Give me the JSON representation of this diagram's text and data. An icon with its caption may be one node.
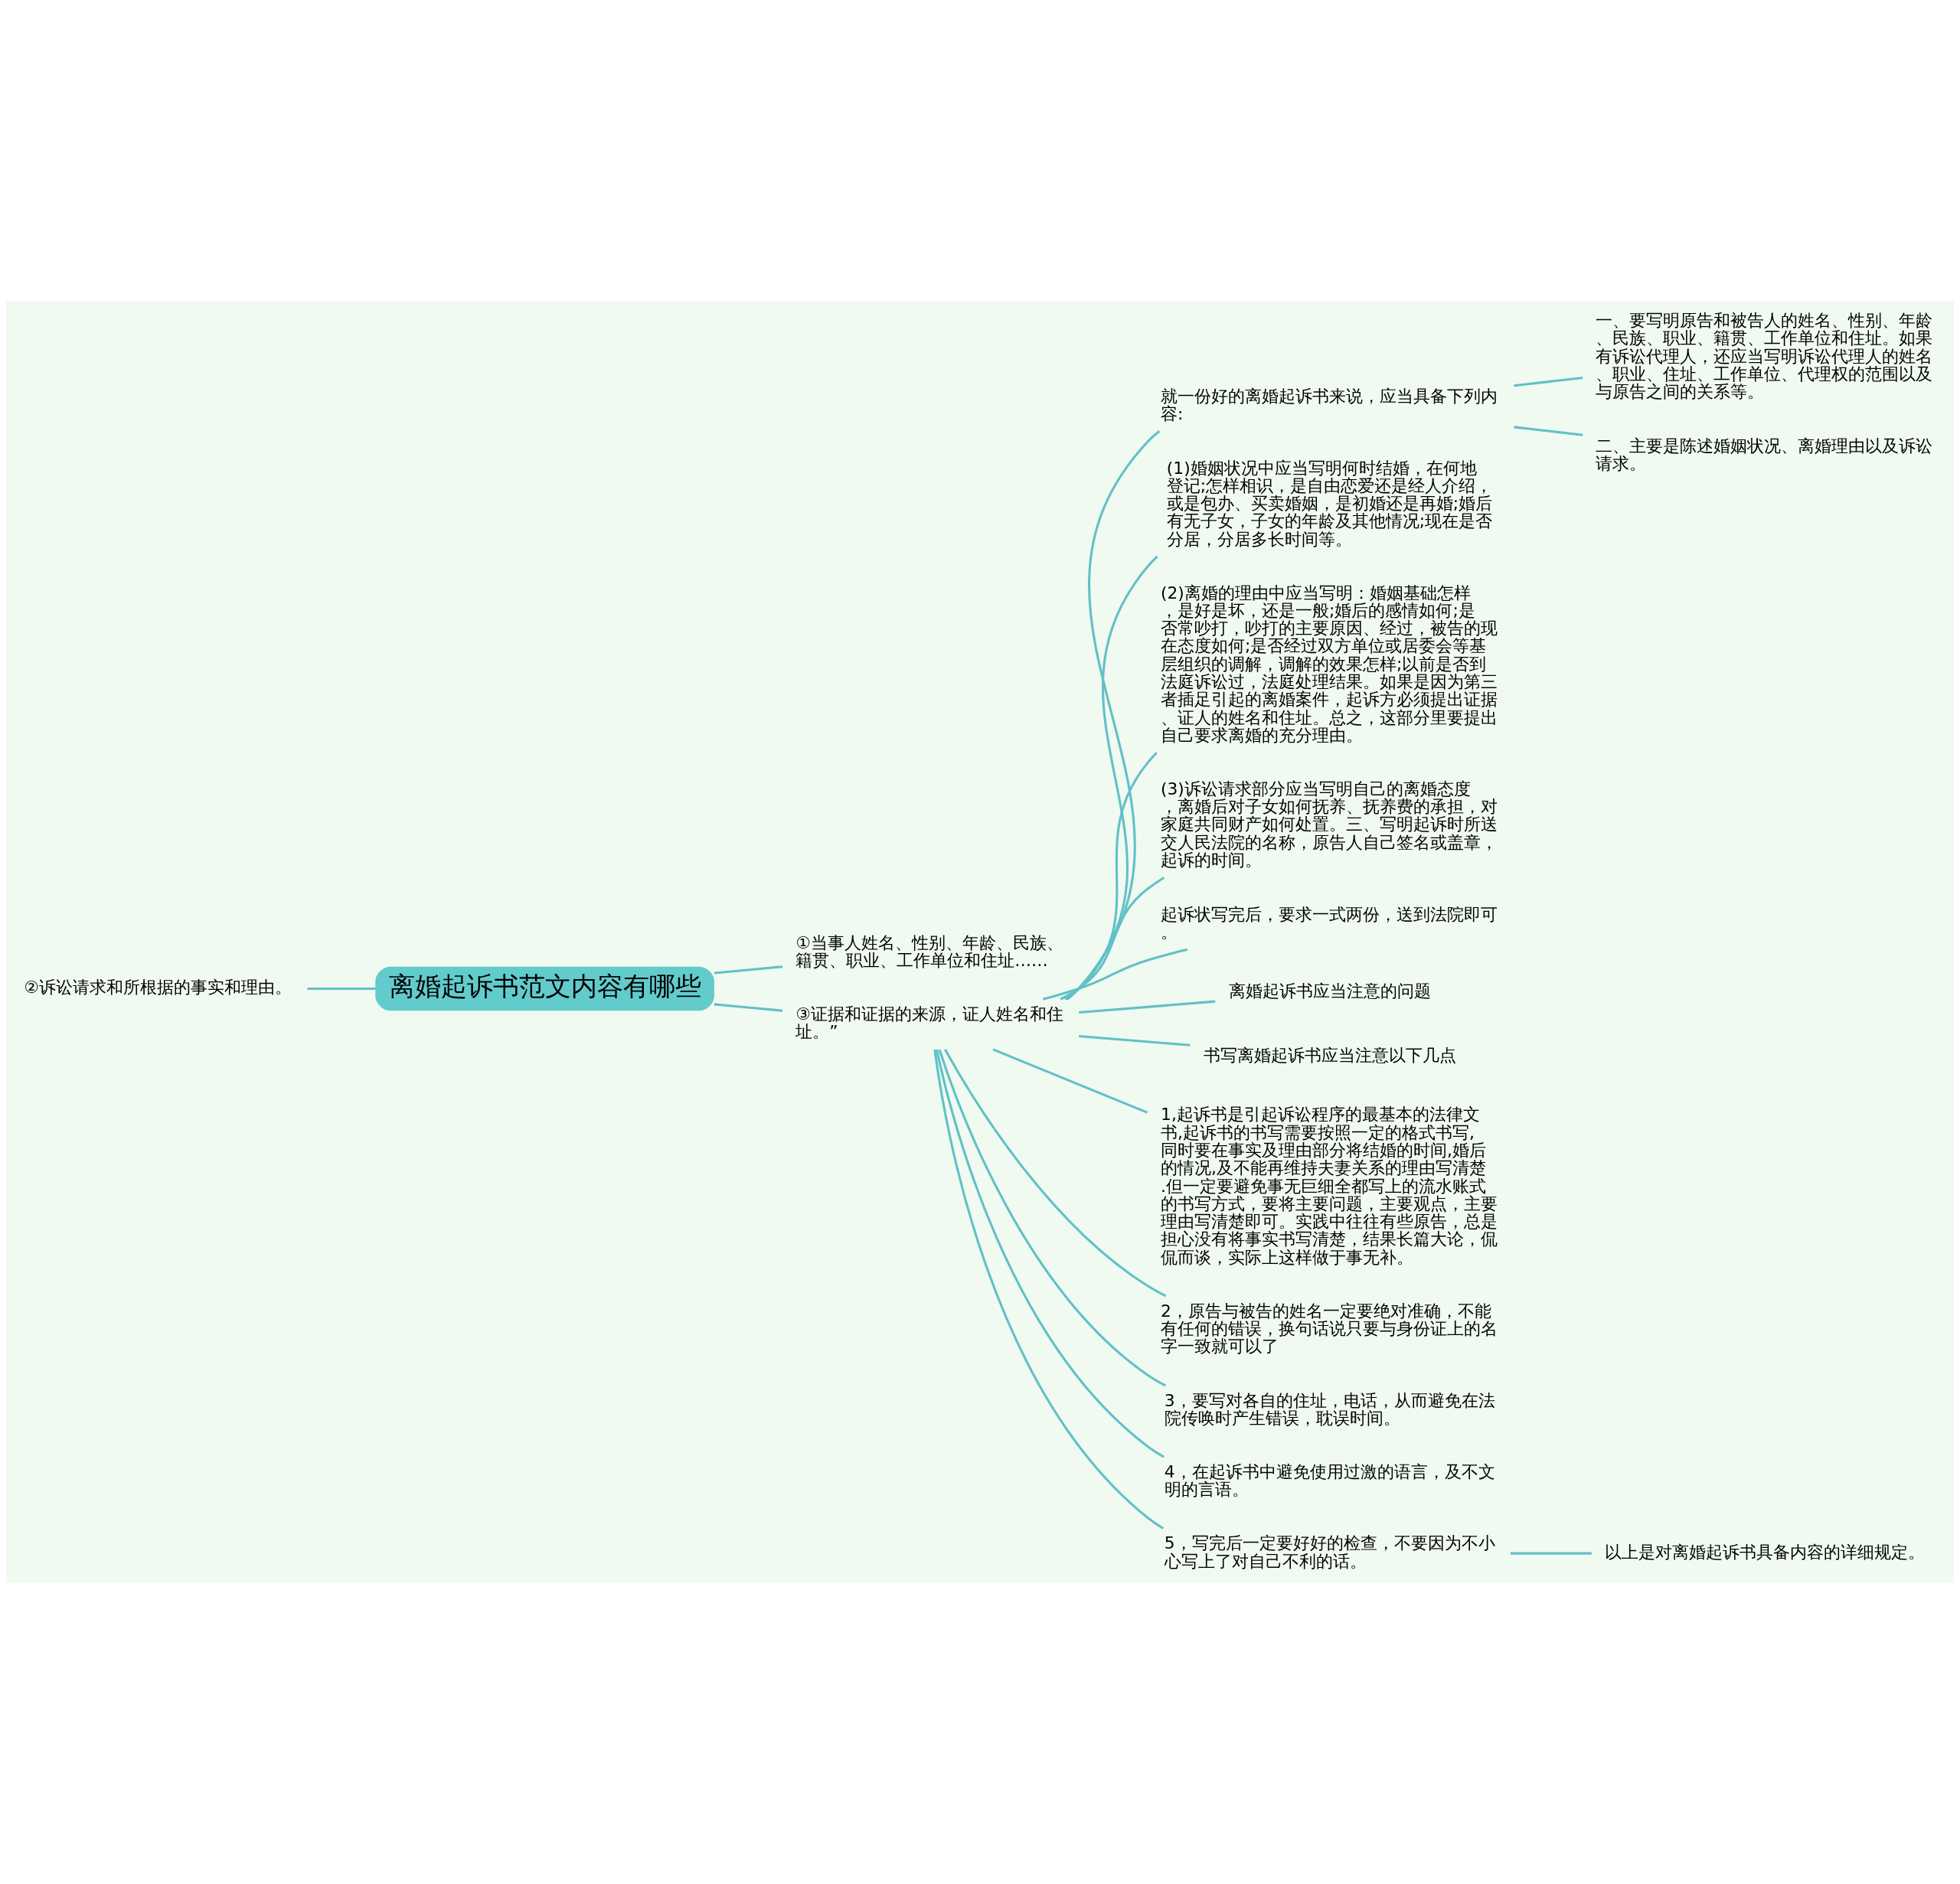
{
  "diagram": {
    "nodes": [
      {
        "text": [
          "离婚起诉书范文内容有哪些"
        ]
      },
      {
        "text": [
          "②诉讼请求和所根据的事实和理由。"
        ]
      },
      {
        "text": [
          "①当事人姓名、性别、年龄、民族、籍贯、职业、工作单位和住址……"
        ]
      },
      {
        "text": [
          "③证据和证据的来源，证人姓名和住址。”"
        ]
      },
      {
        "text": [
          "就一份好的离婚起诉书来说，应当具备下列内容:"
        ]
      },
      {
        "text": [
          "一、要写明原告和被告人的姓名、性别、年龄、民族、职业、籍贯、工作单位和住址。如果有诉讼代理人，还应当写明诉讼代理人的姓名、职业、住址、工作单位、代理权的范围以及与原告之间的关系等。"
        ]
      },
      {
        "text": [
          "二、主要是陈述婚姻状况、离婚理由以及诉讼请求。"
        ]
      },
      {
        "text": [
          "(1)婚姻状况中应当写明何时结婚，在何地登记;怎样相识，是自由恋爱还是经人介绍，或是包办、买卖婚姻，是初婚还是再婚;婚后有无子女，子女的年龄及其他情况;现在是否分居，分居多长时间等。"
        ]
      },
      {
        "text": [
          "(2)离婚的理由中应当写明：婚姻基础怎样，是好是坏，还是一般;婚后的感情如何;是否常吵打，吵打的主要原因、经过，被告的现在态度如何;是否经过双方单位或居委会等基层组织的调解，调解的效果怎样;以前是否到法庭诉讼过，法庭处理结果。如果是因为第三者插足引起的离婚案件，起诉方必须提出证据、证人的姓名和住址。总之，这部分里要提出自己要求离婚的充分理由。"
        ]
      },
      {
        "text": [
          "(3)诉讼请求部分应当写明自己的离婚态度，离婚后对子女如何抚养、抚养费的承担，对家庭共同财产如何处置。三、写明起诉时所送交人民法院的名称，原告人自己签名或盖章，起诉的时间。"
        ]
      },
      {
        "text": [
          "起诉状写完后，要求一式两份，送到法院即可。"
        ]
      },
      {
        "text": [
          "离婚起诉书应当注意的问题"
        ]
      },
      {
        "text": [
          "书写离婚起诉书应当注意以下几点"
        ]
      },
      {
        "text": [
          "1,起诉书是引起诉讼程序的最基本的法律文书,起诉书的书写需要按照一定的格式书写,同时要在事实及理由部分将结婚的时间,婚后的情况,及不能再维持夫妻关系的理由写清楚.但一定要避免事无巨细全都写上的流水账式的书写方式，要将主要问题，主要观点，主要理由写清楚即可。实践中往往有些原告，总是担心没有将事实书写清楚，结果长篇大论，侃侃而谈，实际上这样做于事无补。"
        ]
      },
      {
        "text": [
          "2，原告与被告的姓名一定要绝对准确，不能有任何的错误，换句话说只要与身份证上的名字一致就可以了"
        ]
      },
      {
        "text": [
          "3，要写对各自的住址，电话，从而避免在法院传唤时产生错误，耽误时间。"
        ]
      },
      {
        "text": [
          "4，在起诉书中避免使用过激的语言，及不文明的言语。"
        ]
      },
      {
        "text": [
          "5，写完后一定要好好的检查，不要因为不小心写上了对自己不利的话。"
        ]
      },
      {
        "text": [
          "以上是对离婚起诉书具备内容的详细规定。"
        ]
      }
    ],
    "edges": [
      {
        "from": 1,
        "to": 0,
        "arrow": "none"
      },
      {
        "from": 0,
        "to": 2,
        "arrow": "none"
      },
      {
        "from": 0,
        "to": 3,
        "arrow": "none"
      },
      {
        "from": 3,
        "to": 4,
        "arrow": "none"
      },
      {
        "from": 4,
        "to": 5,
        "arrow": "none"
      },
      {
        "from": 4,
        "to": 6,
        "arrow": "none"
      },
      {
        "from": 3,
        "to": 7,
        "arrow": "none"
      },
      {
        "from": 3,
        "to": 8,
        "arrow": "none"
      },
      {
        "from": 3,
        "to": 9,
        "arrow": "none"
      },
      {
        "from": 3,
        "to": 10,
        "arrow": "none"
      },
      {
        "from": 3,
        "to": 11,
        "arrow": "none"
      },
      {
        "from": 3,
        "to": 12,
        "arrow": "none"
      },
      {
        "from": 3,
        "to": 13,
        "arrow": "none"
      },
      {
        "from": 3,
        "to": 14,
        "arrow": "none"
      },
      {
        "from": 3,
        "to": 15,
        "arrow": "none"
      },
      {
        "from": 3,
        "to": 16,
        "arrow": "none"
      },
      {
        "from": 3,
        "to": 17,
        "arrow": "none"
      },
      {
        "from": 17,
        "to": 18,
        "arrow": "none"
      }
    ]
  }
}
